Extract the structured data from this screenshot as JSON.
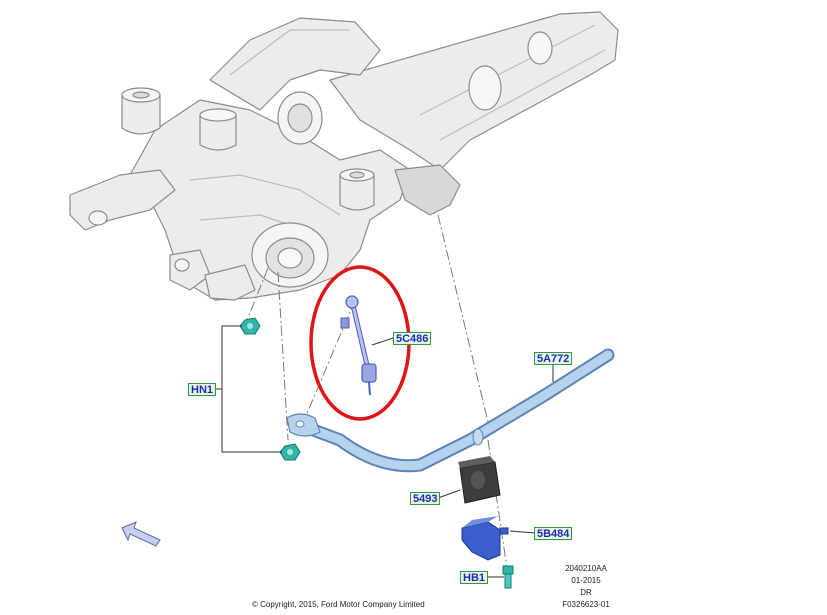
{
  "callouts": {
    "hn1": "HN1",
    "c5c486": "5C486",
    "a5a772": "5A772",
    "p5493": "5493",
    "b5b484": "5B484",
    "hb1": "HB1"
  },
  "footer": {
    "copyright": "© Copyright, 2015, Ford Motor Company Limited",
    "ref_code": "2040210AA",
    "ref_date": "01-2015",
    "ref_region": "DR",
    "ref_id": "F0326623-01"
  },
  "colors": {
    "part_gray": "#e6e6e6",
    "line_gray": "#9a9a9a",
    "part_blue": "#a9c8e6",
    "part_blue_dark": "#3a5ecc",
    "highlight_red": "#e01515",
    "callout_border": "#2e9a3a",
    "callout_text": "#1a2fb0"
  }
}
